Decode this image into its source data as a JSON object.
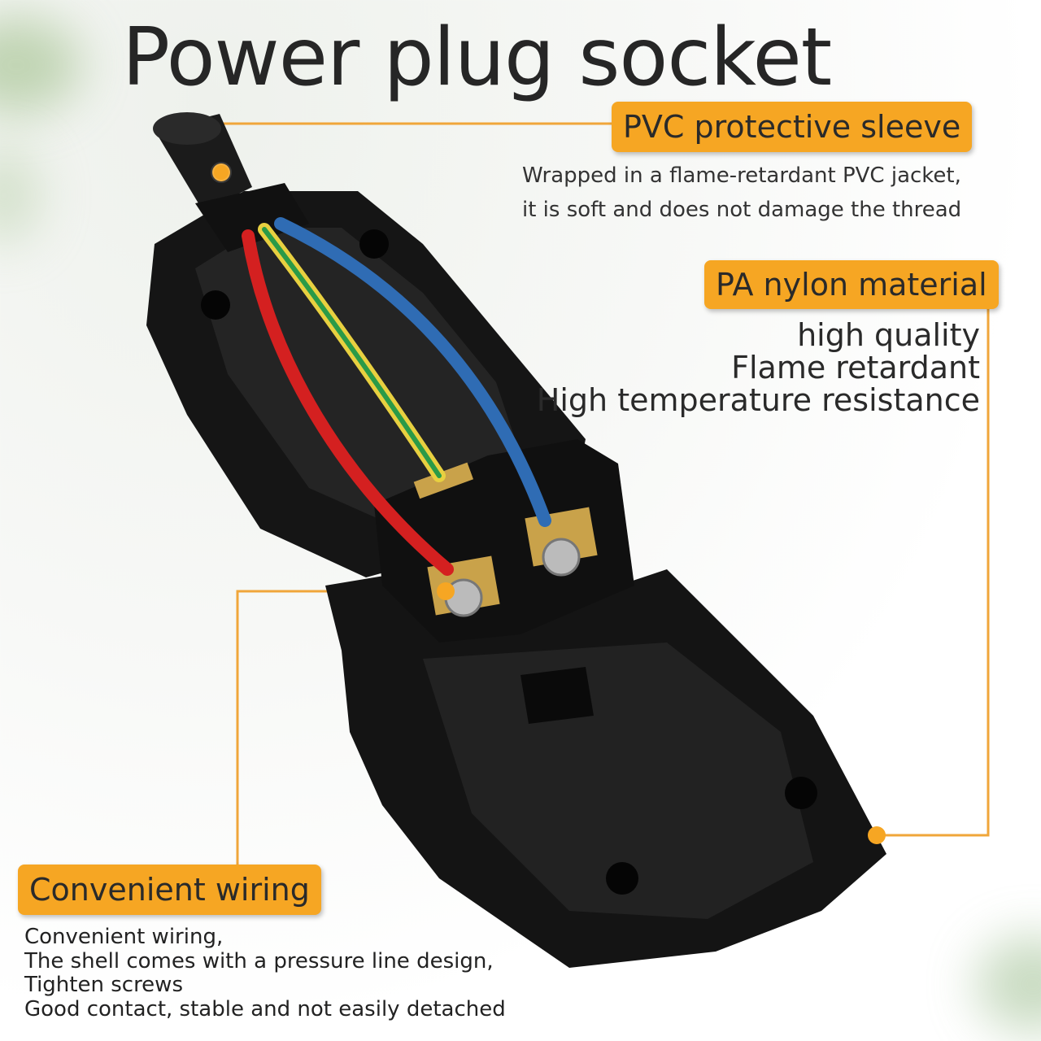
{
  "title": "Power plug socket",
  "colors": {
    "accent": "#f6a623",
    "line": "#f0a63a",
    "product": "#141414"
  },
  "callouts": [
    {
      "label": "PVC protective sleeve",
      "description": [
        "Wrapped in a flame-retardant PVC jacket,",
        "it is soft and does not damage the thread"
      ]
    },
    {
      "label": "PA nylon material",
      "description": [
        "high quality",
        "Flame retardant",
        "High temperature resistance"
      ]
    },
    {
      "label": "Convenient wiring",
      "description": [
        "Convenient wiring,",
        "The shell comes with a pressure line design,",
        "Tighten screws",
        "Good contact, stable and not easily detached"
      ]
    }
  ]
}
